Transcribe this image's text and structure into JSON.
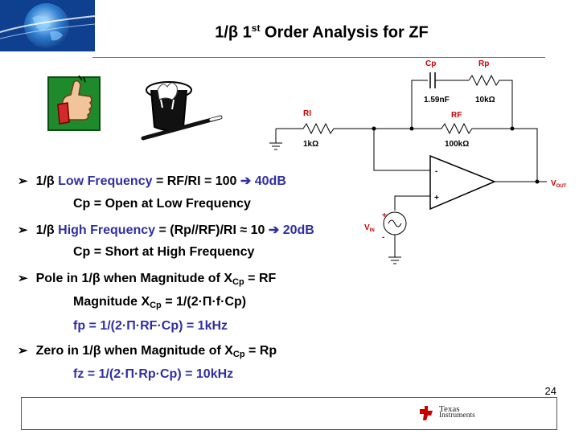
{
  "title": {
    "pre": "1/β 1",
    "sup": "st",
    "post": " Order Analysis for ZF"
  },
  "bullets": [
    {
      "parts": [
        {
          "t": "1/β ",
          "c": ""
        },
        {
          "t": "Low Frequency",
          "c": "blue"
        },
        {
          "t": " = RF/RI = 100 ",
          "c": ""
        },
        {
          "t": "➔ 40dB",
          "c": "blue"
        }
      ]
    },
    {
      "parts": [
        {
          "t": "1/β ",
          "c": ""
        },
        {
          "t": "High Frequency",
          "c": "blue"
        },
        {
          "t": " = (Rp//RF)/RI ≈ 10 ",
          "c": ""
        },
        {
          "t": "➔ 20dB",
          "c": "blue"
        }
      ]
    },
    {
      "parts": [
        {
          "t": "Pole in 1/β when Magnitude of X",
          "c": ""
        },
        {
          "t": "Cp",
          "c": "sub"
        },
        {
          "t": "  = RF",
          "c": ""
        }
      ]
    },
    {
      "parts": [
        {
          "t": "Zero in 1/β when Magnitude of X",
          "c": ""
        },
        {
          "t": "Cp",
          "c": "sub"
        },
        {
          "t": " = Rp",
          "c": ""
        }
      ]
    }
  ],
  "subs": [
    {
      "parts": [
        {
          "t": "Cp = Open at Low Frequency",
          "c": ""
        }
      ]
    },
    {
      "parts": [
        {
          "t": "Cp = Short at High Frequency",
          "c": ""
        }
      ]
    },
    {
      "parts": [
        {
          "t": "Magnitude X",
          "c": ""
        },
        {
          "t": "Cp",
          "c": "sub"
        },
        {
          "t": " = 1/(2·Π·f·Cp)",
          "c": ""
        }
      ]
    },
    {
      "parts": [
        {
          "t": "fp = 1/(2·Π·RF·Cp) = ",
          "c": "blue"
        },
        {
          "t": "1kHz",
          "c": "blue"
        }
      ]
    },
    {
      "parts": [
        {
          "t": "fz = 1/(2·Π·Rp·Cp) = ",
          "c": "blue"
        },
        {
          "t": "10kHz",
          "c": "blue"
        }
      ]
    }
  ],
  "circuit": {
    "cp_label": "Cp",
    "cp_value": "1.59nF",
    "rp_label": "Rp",
    "rp_value": "10kΩ",
    "ri_label": "RI",
    "ri_value": "1kΩ",
    "rf_label": "RF",
    "rf_value": "100kΩ",
    "vout": "V",
    "vout_sub": "OUT",
    "vin": "V",
    "vin_sub": "IN",
    "minus": "-",
    "plus": "+",
    "src_plus": "+",
    "src_minus": "-",
    "label_color": "#cc0000"
  },
  "page_number": "24",
  "footer": {
    "logo_line1": "Texas",
    "logo_line2": "Instruments"
  },
  "colors": {
    "accent": "#2f2fa3",
    "circuit_label": "#cc0000"
  },
  "icons": [
    "globe-logo-icon",
    "thumbs-up-icon",
    "magic-hat-icon",
    "ti-logo-icon"
  ]
}
